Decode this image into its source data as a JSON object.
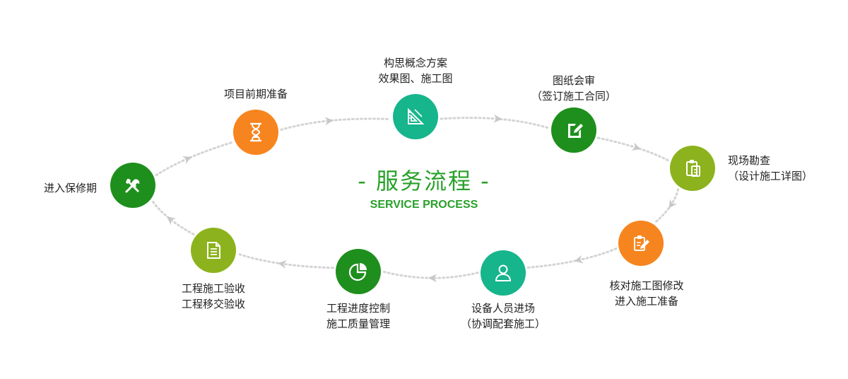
{
  "colors": {
    "orange": "#f7851f",
    "green": "#1e8f1d",
    "teal": "#16b58c",
    "lime": "#8cb31d",
    "title_green": "#29a02a",
    "dots": "#d4d4d4"
  },
  "title": "- 服务流程 -",
  "subtitle": "SERVICE PROCESS",
  "steps": [
    {
      "icon": "hourglass-icon",
      "color": "orange",
      "lines": [
        "项目前期准备"
      ]
    },
    {
      "icon": "triangle-ruler-icon",
      "color": "teal",
      "lines": [
        "构思概念方案",
        "效果图、施工图"
      ]
    },
    {
      "icon": "edit-document-icon",
      "color": "green",
      "lines": [
        "图纸会审",
        "（签订施工合同）"
      ]
    },
    {
      "icon": "clipboard-icon",
      "color": "lime",
      "lines": [
        "现场勘查",
        "（设计施工详图）"
      ]
    },
    {
      "icon": "pencil-note-icon",
      "color": "orange",
      "lines": [
        "核对施工图修改",
        "进入施工准备"
      ]
    },
    {
      "icon": "user-icon",
      "color": "teal",
      "lines": [
        "设备人员进场",
        "（协调配套施工）"
      ]
    },
    {
      "icon": "pie-chart-icon",
      "color": "green",
      "lines": [
        "工程进度控制",
        "施工质量管理"
      ]
    },
    {
      "icon": "document-lines-icon",
      "color": "lime",
      "lines": [
        "工程施工验收",
        "工程移交验收"
      ]
    },
    {
      "icon": "tools-icon",
      "color": "green",
      "lines": [
        "进入保修期"
      ]
    }
  ]
}
